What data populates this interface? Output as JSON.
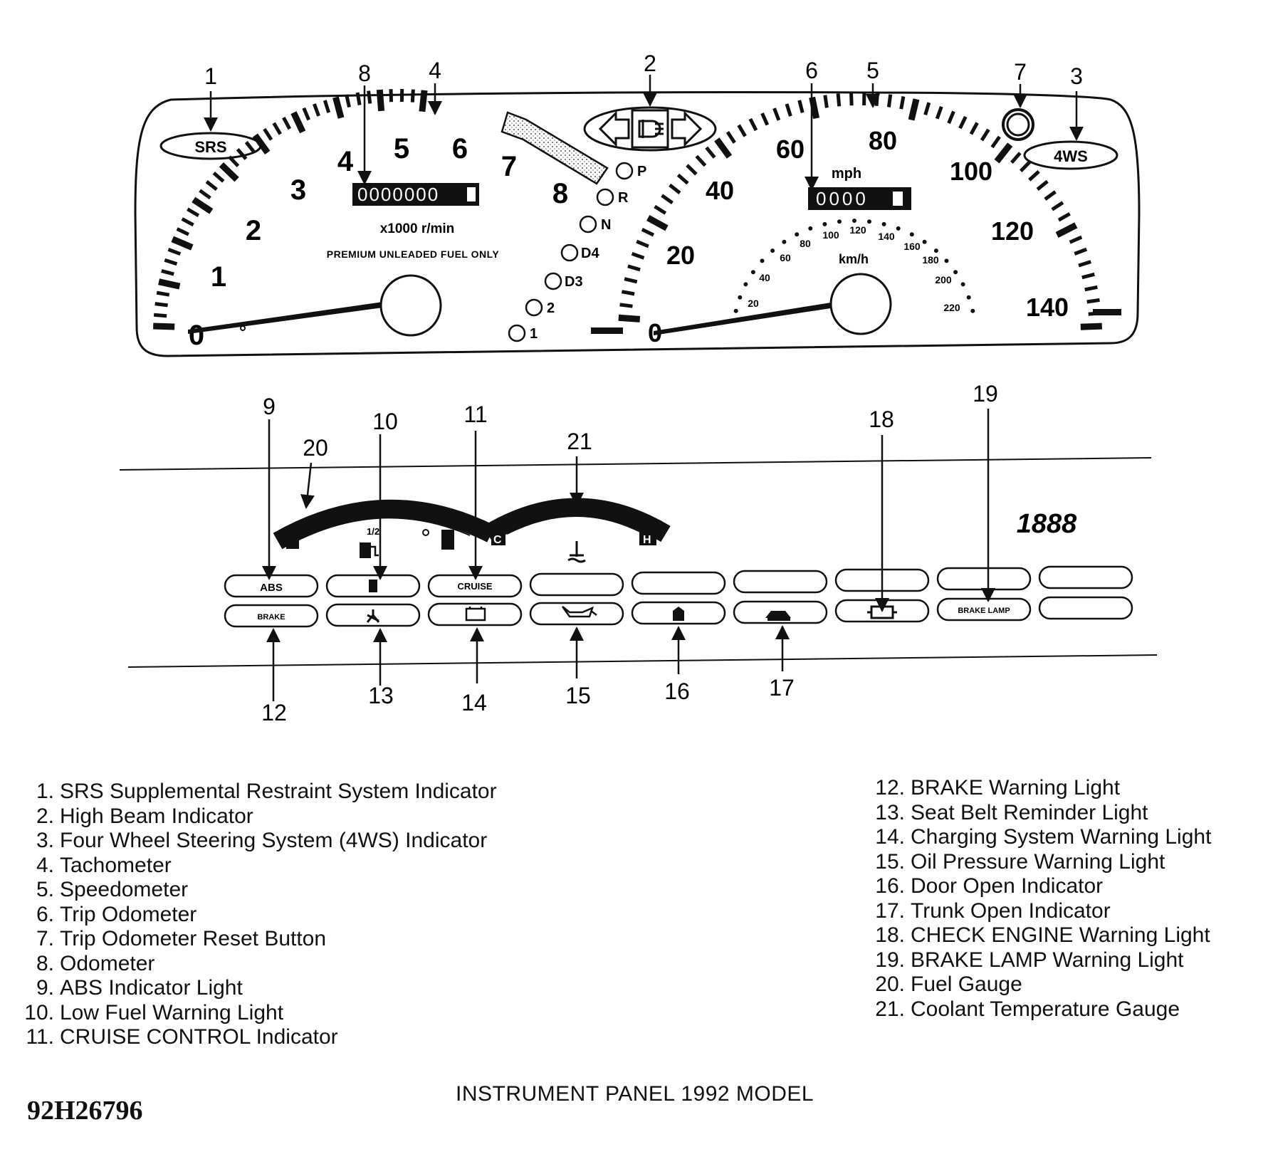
{
  "callouts": [
    "1",
    "2",
    "3",
    "4",
    "5",
    "6",
    "7",
    "8",
    "9",
    "10",
    "11",
    "12",
    "13",
    "14",
    "15",
    "16",
    "17",
    "18",
    "19",
    "20",
    "21"
  ],
  "cluster": {
    "srs_label": "SRS",
    "fws_label": "4WS",
    "tach_numbers": [
      "0",
      "1",
      "2",
      "3",
      "4",
      "5",
      "6",
      "7",
      "8"
    ],
    "tach_unit": "x1000 r/min",
    "fuel_note": "PREMIUM UNLEADED FUEL ONLY",
    "odometer_digits": "0000000",
    "gear_labels": [
      "P",
      "R",
      "N",
      "D4",
      "D3",
      "2",
      "1"
    ],
    "speed_mph": [
      "0",
      "20",
      "40",
      "60",
      "80",
      "100",
      "120",
      "140"
    ],
    "speed_unit_mph": "mph",
    "speed_unit_kmh": "km/h",
    "speed_kmh": [
      "20",
      "40",
      "60",
      "80",
      "100",
      "120",
      "140",
      "160",
      "180",
      "200",
      "220"
    ],
    "trip_digits": "0000"
  },
  "lower_panel": {
    "digital_display": "1888",
    "fuel_mark": "1/2",
    "cold_mark": "C",
    "hot_mark": "H",
    "warn_abs": "ABS",
    "warn_cruise": "CRUISE",
    "warn_brake": "BRAKE",
    "warn_brake_lamp": "BRAKE LAMP"
  },
  "legend_left": [
    {
      "n": "1.",
      "text": "SRS Supplemental Restraint System Indicator"
    },
    {
      "n": "2.",
      "text": "High Beam Indicator"
    },
    {
      "n": "3.",
      "text": "Four Wheel Steering System (4WS) Indicator"
    },
    {
      "n": "4.",
      "text": "Tachometer"
    },
    {
      "n": "5.",
      "text": "Speedometer"
    },
    {
      "n": "6.",
      "text": "Trip Odometer"
    },
    {
      "n": "7.",
      "text": "Trip Odometer Reset Button"
    },
    {
      "n": "8.",
      "text": "Odometer"
    },
    {
      "n": "9.",
      "text": "ABS Indicator Light"
    },
    {
      "n": "10.",
      "text": "Low Fuel Warning Light"
    },
    {
      "n": "11.",
      "text": "CRUISE CONTROL Indicator"
    }
  ],
  "legend_right": [
    {
      "n": "12.",
      "text": "BRAKE Warning Light"
    },
    {
      "n": "13.",
      "text": "Seat Belt Reminder Light"
    },
    {
      "n": "14.",
      "text": "Charging System Warning Light"
    },
    {
      "n": "15.",
      "text": "Oil Pressure Warning Light"
    },
    {
      "n": "16.",
      "text": "Door Open Indicator"
    },
    {
      "n": "17.",
      "text": "Trunk Open Indicator"
    },
    {
      "n": "18.",
      "text": "CHECK ENGINE Warning Light"
    },
    {
      "n": "19.",
      "text": "BRAKE LAMP Warning Light"
    },
    {
      "n": "20.",
      "text": "Fuel Gauge"
    },
    {
      "n": "21.",
      "text": "Coolant Temperature Gauge"
    }
  ],
  "caption": "INSTRUMENT PANEL 1992 MODEL",
  "figure_id": "92H26796"
}
